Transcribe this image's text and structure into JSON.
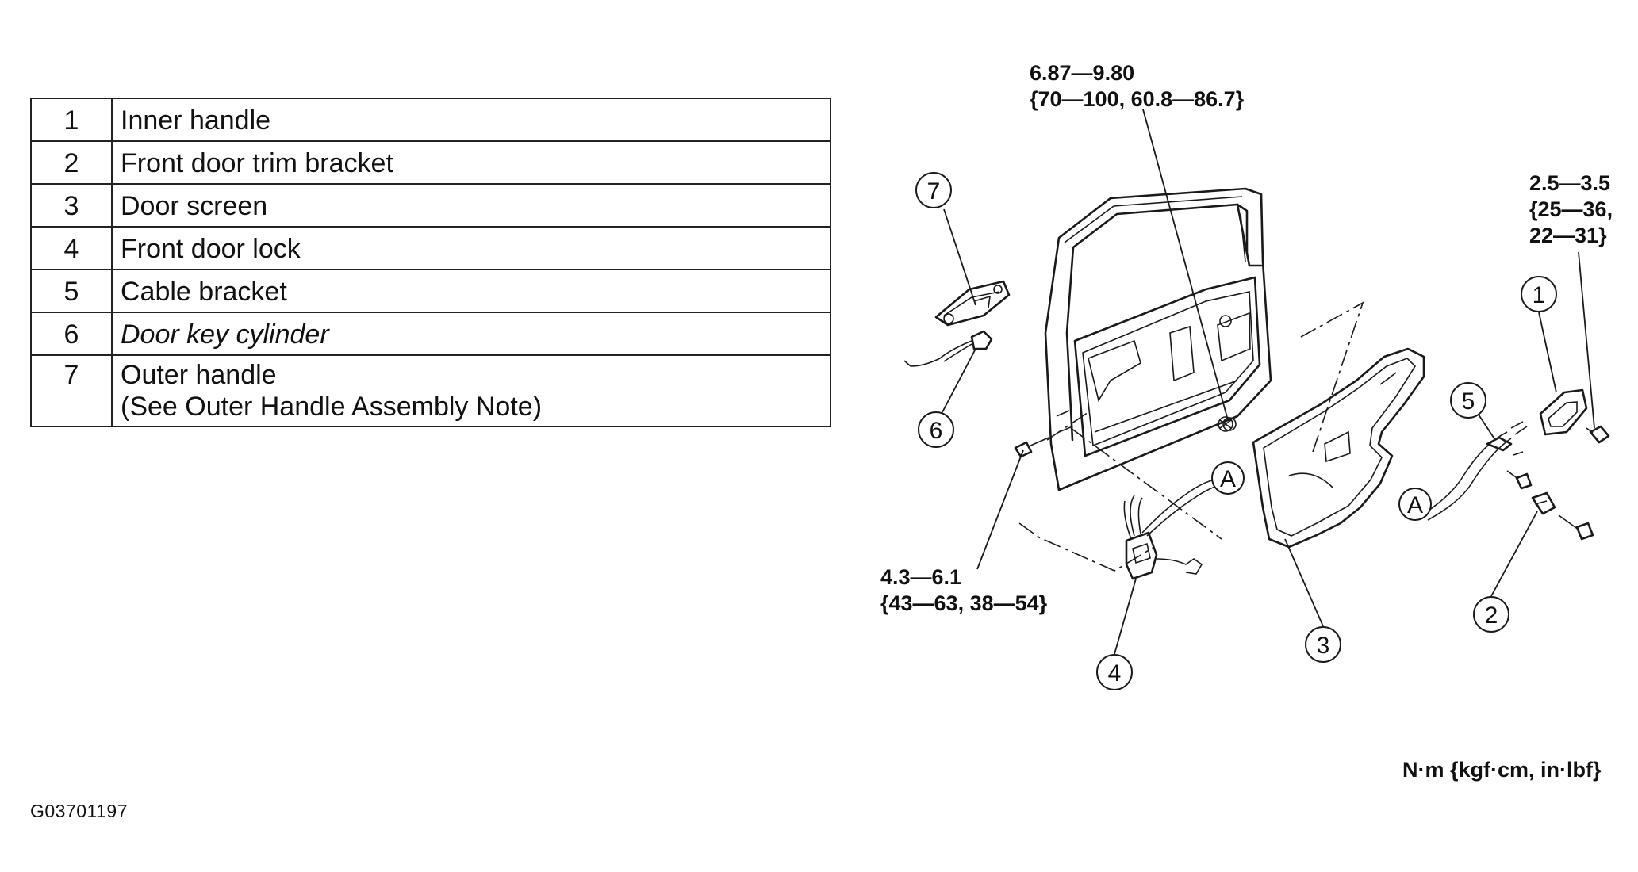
{
  "legend": [
    {
      "num": "1",
      "lines": [
        "Inner handle"
      ]
    },
    {
      "num": "2",
      "lines": [
        "Front door trim bracket"
      ]
    },
    {
      "num": "3",
      "lines": [
        "Door screen"
      ]
    },
    {
      "num": "4",
      "lines": [
        "Front door lock"
      ]
    },
    {
      "num": "5",
      "lines": [
        "Cable bracket"
      ]
    },
    {
      "num": "6",
      "lines": [
        "Door key cylinder"
      ]
    },
    {
      "num": "7",
      "lines": [
        "Outer handle",
        "(See Outer Handle Assembly Note)"
      ]
    }
  ],
  "torque_specs": {
    "top": [
      "6.87—9.80",
      "{70—100, 60.8—86.7}"
    ],
    "right": [
      "2.5—3.5",
      "{25—36,",
      "22—31}"
    ],
    "left": [
      "4.3—6.1",
      "{43—63, 38—54}"
    ]
  },
  "callouts": [
    "1",
    "2",
    "3",
    "4",
    "5",
    "6",
    "7"
  ],
  "connector_label": "A",
  "units": "N·m {kgf·cm, in·lbf}",
  "figure_code": "G03701197"
}
